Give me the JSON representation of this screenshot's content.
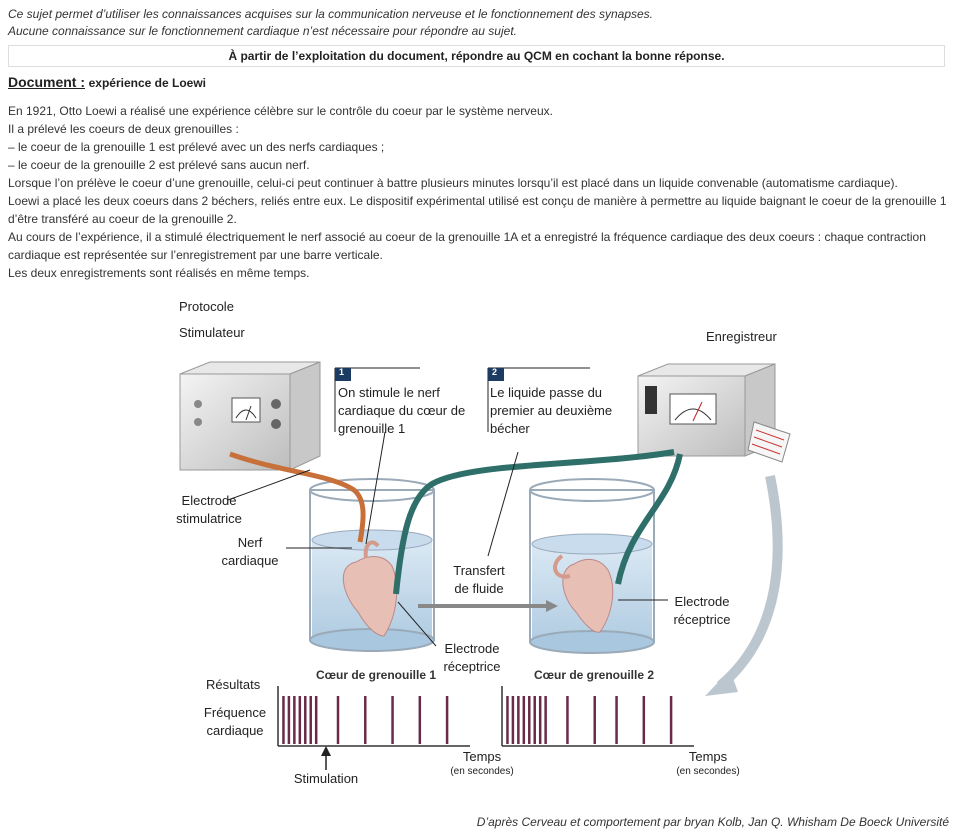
{
  "intro": {
    "line1": "Ce sujet permet d’utiliser les connaissances acquises sur la communication nerveuse et le fonctionnement des synapses.",
    "line2": "Aucune connaissance sur le fonctionnement cardiaque n’est nécessaire pour répondre au sujet."
  },
  "instruction": "À partir de l’exploitation du document, répondre au QCM en cochant la bonne réponse.",
  "document": {
    "label": "Document :",
    "title": "expérience de Loewi",
    "paragraphs": [
      "En 1921, Otto Loewi a réalisé une expérience célèbre sur le contrôle du coeur par le système nerveux.",
      "Il a prélevé les coeurs de deux grenouilles :",
      "– le coeur de la grenouille 1 est prélevé avec un des nerfs cardiaques ;",
      "– le coeur de la grenouille 2 est prélevé sans aucun nerf.",
      "Lorsque l’on prélève le coeur d’une grenouille, celui-ci peut continuer à battre plusieurs minutes lorsqu’il est placé dans un liquide convenable (automatisme cardiaque).",
      "Loewi a placé les deux coeurs dans 2 béchers, reliés entre eux. Le dispositif expérimental utilisé est conçu de manière à permettre au liquide baignant le coeur de la grenouille 1 d’être transféré au coeur de la grenouille 2.",
      "Au cours de l’expérience, il a stimulé électriquement le nerf associé au coeur de la grenouille 1A et a enregistré la fréquence cardiaque des deux coeurs : chaque contraction cardiaque est représentée sur l’enregistrement par une barre verticale.",
      "Les deux enregistrements sont réalisés en même temps."
    ]
  },
  "figure": {
    "protocole": "Protocole",
    "stimulateur": "Stimulateur",
    "enregistreur": "Enregistreur",
    "step1_num": "1",
    "step1_text": "On stimule le nerf cardiaque du cœur de grenouille 1",
    "step2_num": "2",
    "step2_text": "Le liquide passe du premier au deuxième bécher",
    "electrode_stim": "Electrode stimulatrice",
    "nerf": "Nerf cardiaque",
    "transfert": "Transfert de fluide",
    "electrode_rec1": "Electrode réceptrice",
    "electrode_rec2": "Electrode réceptrice",
    "heart1": "Cœur de grenouille 1",
    "heart2": "Cœur de grenouille 2",
    "resultats": "Résultats",
    "frequence": "Fréquence cardiaque",
    "temps1": "Temps",
    "unit1": "(en secondes)",
    "temps2": "Temps",
    "unit2": "(en secondes)",
    "stimulation": "Stimulation"
  },
  "recordings": {
    "heart1_beats_s": [
      1,
      2,
      3,
      4,
      5,
      6,
      7,
      11,
      16,
      21,
      26,
      31
    ],
    "heart2_beats_s": [
      1,
      2,
      3,
      4,
      5,
      6,
      7,
      8,
      12,
      17,
      21,
      26,
      31
    ],
    "duration_s": 33,
    "stimulation_s": 7
  },
  "credit": "D’après Cerveau et comportement par bryan Kolb, Jan Q. Whisham De Boeck Université"
}
